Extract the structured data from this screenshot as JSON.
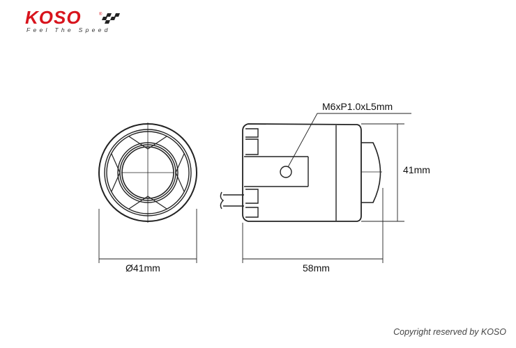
{
  "brand": {
    "name": "KOSO",
    "tagline": "Feel The Speed",
    "color": "#d8141d"
  },
  "dimensions": {
    "diameter": "Ø41mm",
    "height": "41mm",
    "length": "58mm",
    "thread": "M6xP1.0xL5mm"
  },
  "footer": {
    "copyright": "Copyright reserved by KOSO"
  }
}
